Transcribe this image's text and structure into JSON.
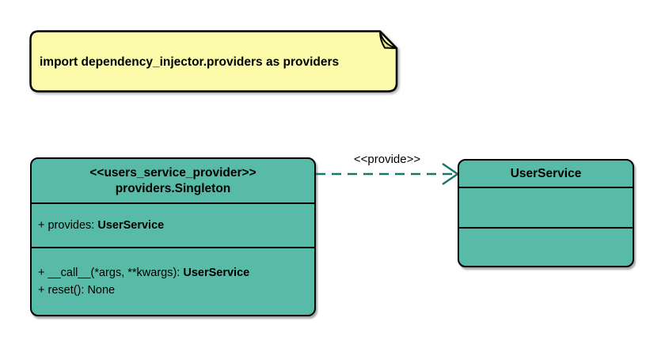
{
  "note": {
    "text": "import dependency_injector.providers as providers"
  },
  "singleton_class": {
    "stereotype": "<<users_service_provider>>",
    "name": "providers.Singleton",
    "attributes": [
      {
        "text": "+ provides: ",
        "type": "UserService"
      }
    ],
    "methods": [
      {
        "text": "+ __call__(*args, **kwargs): ",
        "type": "UserService"
      },
      {
        "text": "+ reset(): None",
        "type": ""
      }
    ]
  },
  "user_service_class": {
    "name": "UserService"
  },
  "arrow": {
    "label": "<<provide>>"
  },
  "colors": {
    "background": "#FFFFFF",
    "class_fill": "#57BBA7",
    "note_fill": "#FBFBA9",
    "note_fold": "#E3E388",
    "border": "#000000",
    "arrow": "#177868"
  }
}
